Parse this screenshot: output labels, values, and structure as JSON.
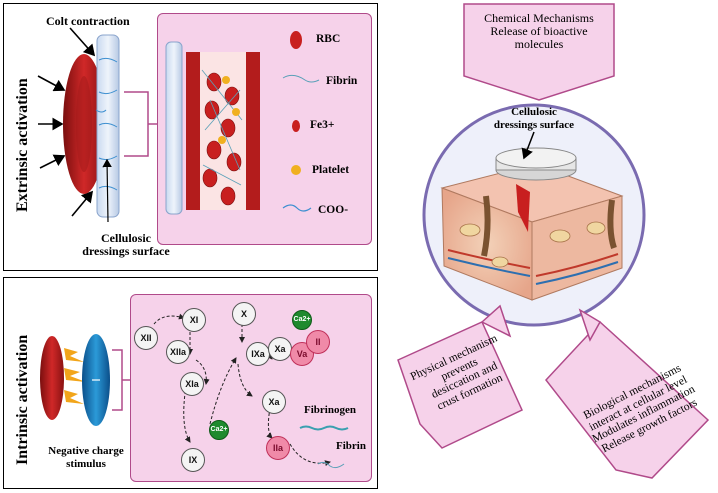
{
  "extrinsic": {
    "side_label": "Extrinsic activation",
    "colt_label": "Colt contraction",
    "surface_label": "Cellulosic\ndressings surface",
    "legend": [
      "RBC",
      "Fibrin",
      "Fe3+",
      "Platelet",
      "COO-"
    ]
  },
  "intrinsic": {
    "side_label": "Intrinsic activation",
    "stimulus_label": "Negative charge\nstimulus",
    "factors": {
      "xii": "XII",
      "xiia": "XIIa",
      "xi": "XI",
      "xia": "XIa",
      "ix": "IX",
      "ixa": "IXa",
      "x": "X",
      "xa1": "Xa",
      "xa2": "Xa",
      "va": "Va",
      "ii": "II",
      "iia": "IIa",
      "ca1": "Ca2+",
      "ca2": "Ca2+"
    },
    "fibrinogen_label": "Fibrinogen",
    "fibrin_label": "Fibrin"
  },
  "right": {
    "chemical": "Chemical Mechanisms\nRelease of bioactive\nmolecules",
    "center_label": "Cellulosic\ndressings surface",
    "physical": "Physical mechanism\nprevents\ndesiccation and\ncrust formation",
    "biological": "Biological mechanisms\ninteract at cellular level\nModulates inflammation\nRelease growth factors"
  }
}
